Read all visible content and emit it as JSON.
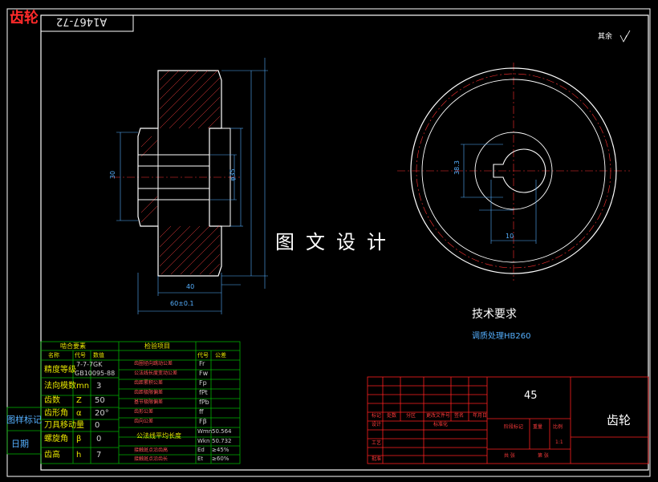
{
  "header": {
    "part_name_red": "齿轮",
    "drawing_number": "A1467-72"
  },
  "watermark": "图文设计",
  "roughness_note": "其余",
  "tech": {
    "title": "技术要求",
    "note": "调质处理HB260"
  },
  "title_block": {
    "material": "45",
    "part_name": "齿轮",
    "rev_labels": [
      "标记",
      "处数",
      "分区",
      "更改文件号",
      "签名",
      "年月日"
    ],
    "design": "设计",
    "standard": "标准化",
    "process": "工艺",
    "approve": "批准",
    "stage": "阶段标记",
    "weight": "重量",
    "scale": "比例",
    "scale_value": "1:1",
    "sheets": "共  张",
    "sheet_of": "第  张"
  },
  "param_table": {
    "top_header_left": "啮合要素",
    "top_header_right": "检验项目",
    "col_name": "名称",
    "col_symbol": "代号",
    "col_value": "数值",
    "col_inspect_symbol": "代号",
    "col_tolerance": "公差",
    "accuracy_label": "精度等级",
    "accuracy_value": "7-7-7GK",
    "accuracy_std": "GB10095-88",
    "rows": [
      {
        "name": "法向模数",
        "symbol": "mn",
        "value": "3"
      },
      {
        "name": "齿数",
        "symbol": "Z",
        "value": "50"
      },
      {
        "name": "齿形角",
        "symbol": "α",
        "value": "20°"
      },
      {
        "name": "刀具移动量",
        "symbol": "",
        "value": "0"
      },
      {
        "name": "螺旋角",
        "symbol": "β",
        "value": "0"
      },
      {
        "name": "齿高",
        "symbol": "h",
        "value": "7"
      }
    ],
    "inspect": [
      {
        "name": "齿圈径向跳动公差",
        "symbol": "Fr",
        "value": ""
      },
      {
        "name": "公法线长度变动公差",
        "symbol": "Fw",
        "value": ""
      },
      {
        "name": "齿距累积公差",
        "symbol": "Fp",
        "value": ""
      },
      {
        "name": "齿距极限偏差",
        "symbol": "fPt",
        "value": ""
      },
      {
        "name": "基节极限偏差",
        "symbol": "fPb",
        "value": ""
      },
      {
        "name": "齿形公差",
        "symbol": "ff",
        "value": ""
      },
      {
        "name": "齿向公差",
        "symbol": "Fβ",
        "value": ""
      },
      {
        "name": "公法线平均长度",
        "symbol": "Wmn",
        "value": "50.564"
      },
      {
        "name": "",
        "symbol": "Wkn",
        "value": "50.732"
      },
      {
        "name": "接触斑点沿齿高",
        "symbol": "Ed",
        "value": "≥45%"
      },
      {
        "name": "接触斑点沿齿长",
        "symbol": "Et",
        "value": "≥60%"
      }
    ]
  },
  "side_stamps": {
    "stamp1": "图样标记",
    "stamp2": "日期"
  },
  "dims_front": {
    "width": "40",
    "total": "60±0.1",
    "hub": "30",
    "bore": "φ35"
  },
  "dims_side": {
    "keyway": "38.3",
    "keywidth": "10"
  },
  "colors": {
    "frame": "#ffffff",
    "outline": "#ffffff",
    "dimension": "#55b0ff",
    "center": "#ff3030",
    "hatch": "#ff4040",
    "title_text_red": "#ff2a2a",
    "table_green": "#00b000"
  }
}
